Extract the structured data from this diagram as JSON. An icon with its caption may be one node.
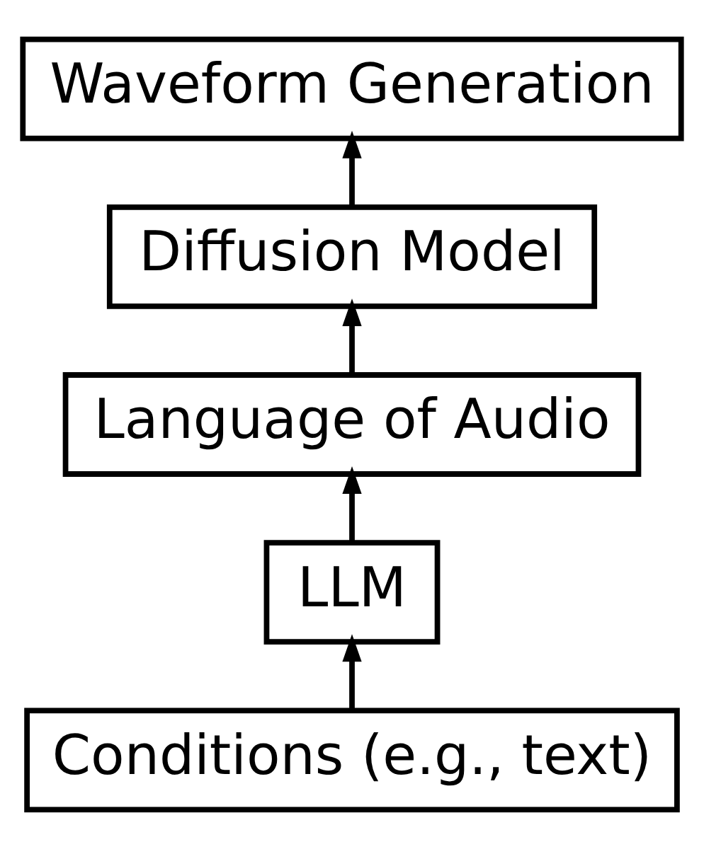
{
  "diagram": {
    "nodes": [
      {
        "text": [
          "Waveform Generation"
        ]
      },
      {
        "text": [
          "Diffusion Model"
        ]
      },
      {
        "text": [
          "Language of Audio"
        ]
      },
      {
        "text": [
          "LLM"
        ]
      },
      {
        "text": [
          "Conditions (e.g., text)"
        ]
      }
    ],
    "edges": [
      {
        "from": 4,
        "to": 3,
        "arrow": "to"
      },
      {
        "from": 3,
        "to": 2,
        "arrow": "to"
      },
      {
        "from": 2,
        "to": 1,
        "arrow": "to"
      },
      {
        "from": 1,
        "to": 0,
        "arrow": "to"
      }
    ]
  }
}
